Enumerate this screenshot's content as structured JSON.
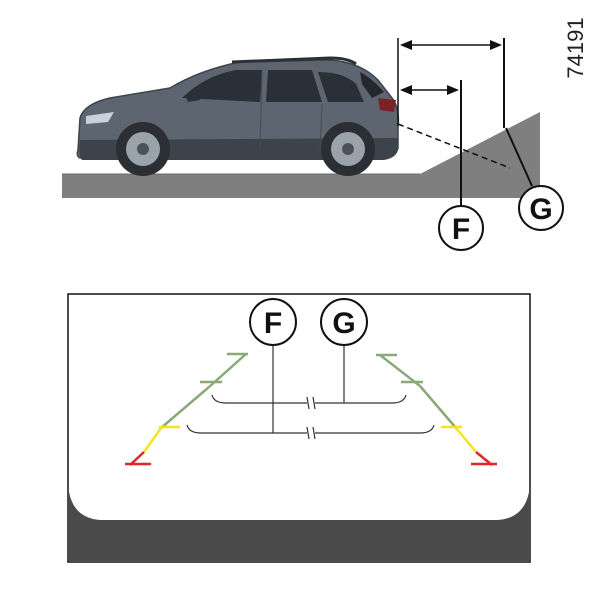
{
  "figure_ref": "74191",
  "top_view": {
    "callout_f": "F",
    "callout_g": "G"
  },
  "camera_view": {
    "callout_f": "F",
    "callout_g": "G"
  },
  "colors": {
    "guide_green": "#8ba978",
    "guide_yellow": "#f2e51a",
    "guide_red": "#e0262a",
    "ground": "#7f7f7f",
    "car_body": "#5d6670",
    "screen_dark": "#4a4a4a"
  }
}
